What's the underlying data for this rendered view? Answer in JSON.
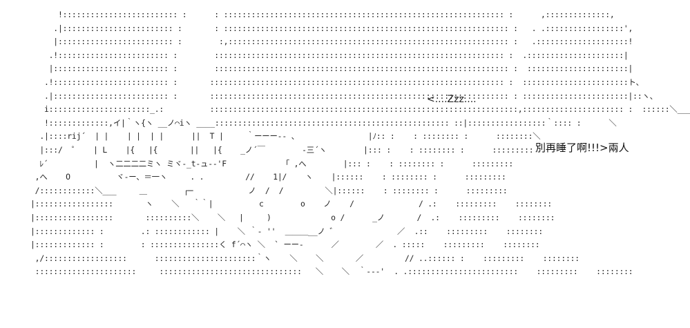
{
  "art": {
    "lines": [
      "      !::::::::::::::::::::::::: :      : ::::::::::::::::::::::::::::::::::::::::::::::::::::::::::::: :      ,::::::::::::::,",
      "     .|:::::::::::::::::::::::: :       : :::::::::::::::::::::::::::::::::::::::::::::::::::::::::::::: :   . .:::::::::::::::::',",
      "     |::::::::::::::::::::::::: :        :,::::::::::::::::::::::::::::::::::::::::::::::::::::::::::::: :   .::::::::::::::::::::!",
      "    .!:::::::::::::::::::::::: :        ::::::::::::::::::::::::::::::::::::::::::::::::::::::::::::::: :  .:::::::::::::::::::::|",
      "    |::::::::::::::::::::::::: :        :::::::::::::::::::::::::::::::::::::::::::::::::::::::::::::::: :  ::::::::::::::::::::::|",
      "   .!::::::::::::::::::::::::: :       :::::::::::::::::::::::::::::::::::::::::::::::::::::::::::::::: :  :::::::::::::::::::::::ト、",
      "   .|::::::::::::::::::::::::: :       ::::::::::::::::::::::::::::::::::::::::::::::::::::::::::::::::: : :::::::::::::::::::::::|::ヽ、",
      "   i::::::::::::::::::::::_.:          :::::::::::::::::::::::::::::::::::::::::::::::::::::::::::::::::::,:::::::::::::::::::::: :  ::::::＼_____",
      "   !:::::::::::::,イ|｀ヽ{ヽ __ノ⌒iヽ ____::::::::::::::::::::::::::::::::::::::::::::::::::: ::|:::::::::::::::::｀:::: :      ＼",
      "  .|::::rij´  | |    | |  | |      ||  T |     ｀ーーー-- 、               |ﾉ:: :    : :::::::: :      ::::::::＼",
      "  |:::/  ゜   | L    |{   |{       ||   |{    _ノ´￣        ‐三´ヽ        |::: :    : :::::::: :      :::::::::",
      "  ﾚ´          |  ヽ二二二二ミヽ ミヾ-_t-ュ-‐'F            「 ,へ        |::: :    : :::::::: :      :::::::::",
      " ,へ    O          ヾ-ー、＝一ヽ     . .         //    1|/    ヽ    |::::::    : :::::::: :      :::::::::",
      " /::::::::::::＼___     ＿        ┌─            ノ  /  /         ＼|::::::    : :::::::: :      :::::::::",
      "|:::::::::::::::::       ヽ    ＼   ｀｀|          c        o    ノ    /              / .:    :::::::::    ::::::::",
      "|:::::::::::::::::       ::::::::::＼    ＼   |     )             o /      _ノ       /  .:    :::::::::    ::::::::",
      "|::::::::::::: :        .: :::::::::::: |    ＼ ｀‐ ''  ＿＿＿__ノ ゛             ／  .::    :::::::::    ::::::::",
      "|::::::::::::: :        : :::::::::::::::く f´⌒ヽ ＼  ` ーー‐      ／        ／  . :::::    :::::::::    ::::::::",
      " ,/::::::::::::::::::      ::::::::::::::::::::::｀ヽ    ＼    ＼       ／         // ..:::::: :    :::::::::    ::::::::",
      " ::::::::::::::::::::::     :::::::::::::::::::::::::::::::   ＼    ＼  ｀‐-‐'  . .::::::::::::::::::::::::    :::::::::    ::::::::"
    ]
  },
  "zzz": "<....Zzz....",
  "caption": "別再睡了啊!!!>兩人"
}
